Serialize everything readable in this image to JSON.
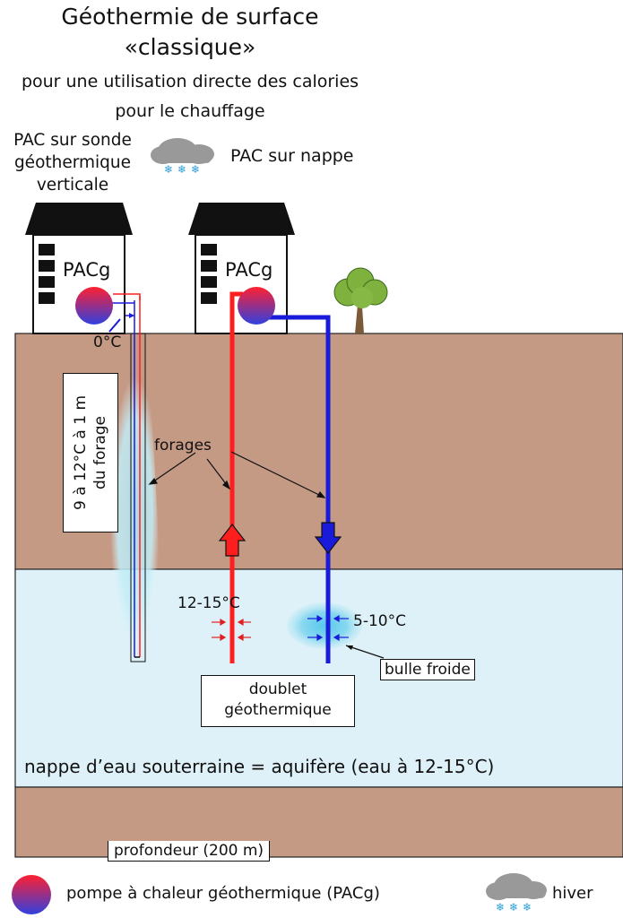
{
  "title": {
    "line1": "Géothermie de surface",
    "line2": "«classique»"
  },
  "subtitle": {
    "line1": "pour une utilisation directe des calories",
    "line2": "pour le chauffage"
  },
  "labels": {
    "sonde_l1": "PAC sur sonde",
    "sonde_l2": "géothermique",
    "sonde_l3": "verticale",
    "nappe": "PAC sur nappe",
    "pacg_left": "PACg",
    "pacg_right": "PACg",
    "temp_zero": "0°C",
    "forage_temp_l1": "9 à 12°C à 1 m",
    "forage_temp_l2": "du forage",
    "forages": "forages",
    "temp_hot": "12-15°C",
    "temp_cold": "5-10°C",
    "bulle": "bulle froide",
    "doublet_l1": "doublet",
    "doublet_l2": "géothermique",
    "aquifere": "nappe d’eau souterraine = aquifère (eau à 12-15°C)",
    "profondeur": "profondeur (200 m)"
  },
  "legend": {
    "pump": "pompe à chaleur géothermique (PACg)",
    "winter": "hiver"
  },
  "colors": {
    "soil": "#c49a85",
    "aquifer": "#dff1f8",
    "hot_pipe": "#ff1e1e",
    "cold_pipe": "#1a1adb",
    "house": "#111111",
    "tree": "#7fb13f",
    "cloud": "#999999",
    "snow": "#2a9ed8"
  }
}
